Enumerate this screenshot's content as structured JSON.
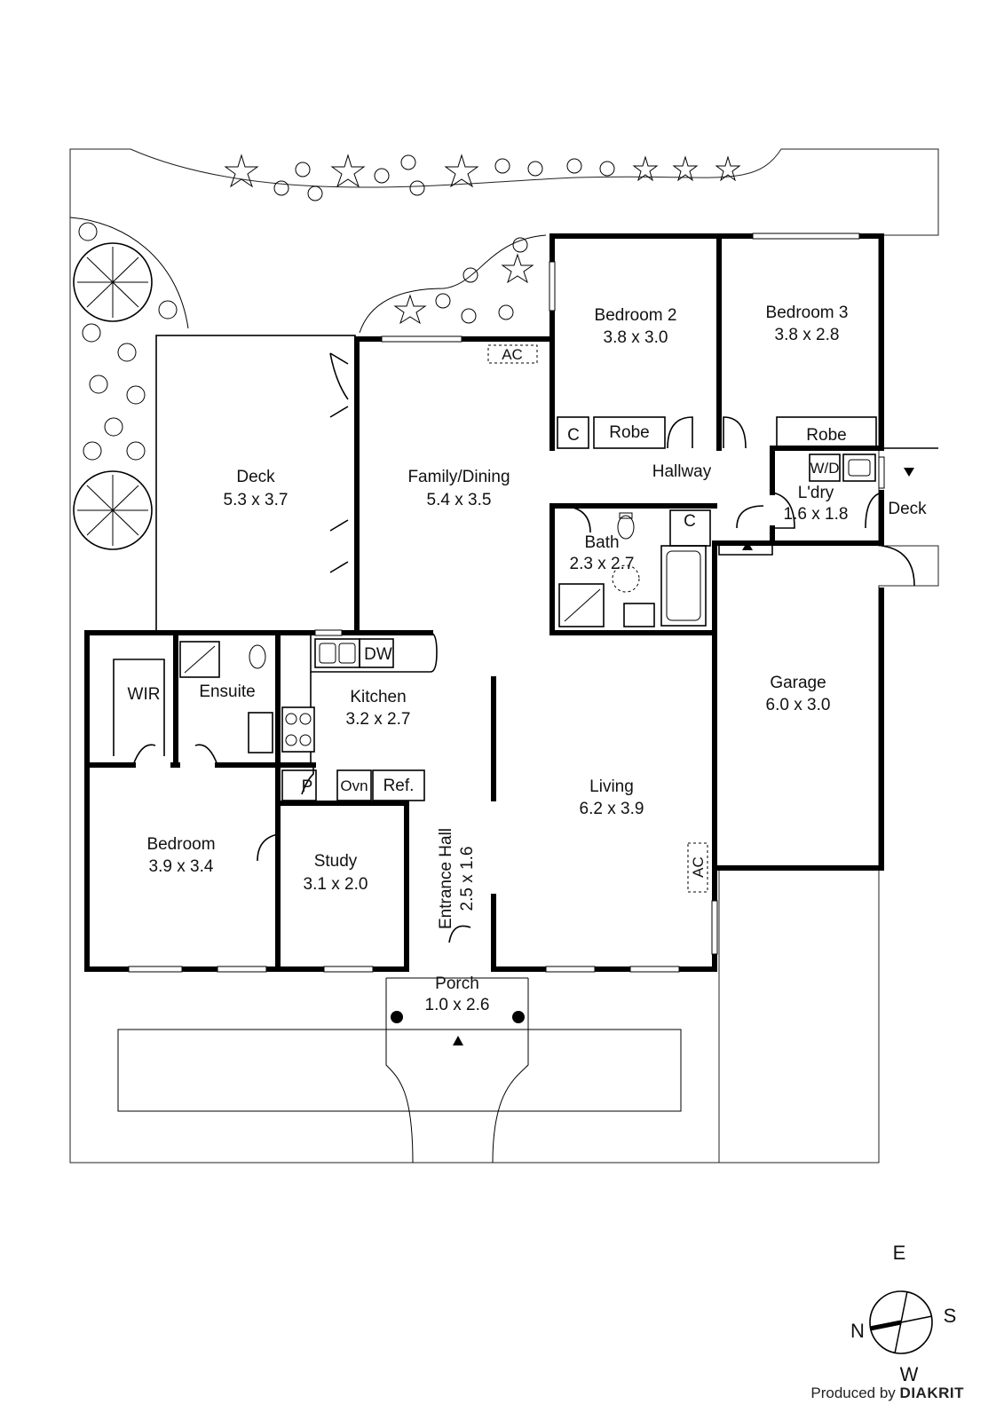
{
  "rooms": {
    "bedroom2": {
      "name": "Bedroom 2",
      "dims": "3.8 x 3.0"
    },
    "bedroom3": {
      "name": "Bedroom 3",
      "dims": "3.8 x 2.8"
    },
    "deck_west": {
      "name": "Deck",
      "dims": "5.3 x 3.7"
    },
    "family": {
      "name": "Family/Dining",
      "dims": "5.4 x 3.5"
    },
    "hallway": {
      "name": "Hallway"
    },
    "laundry": {
      "name": "L'dry",
      "dims": "1.6 x 1.8"
    },
    "deck_east": {
      "name": "Deck"
    },
    "bath": {
      "name": "Bath",
      "dims": "2.3 x 2.7"
    },
    "wir": {
      "name": "WIR"
    },
    "ensuite": {
      "name": "Ensuite"
    },
    "kitchen": {
      "name": "Kitchen",
      "dims": "3.2 x 2.7"
    },
    "garage": {
      "name": "Garage",
      "dims": "6.0 x 3.0"
    },
    "living": {
      "name": "Living",
      "dims": "6.2 x 3.9"
    },
    "bedroom": {
      "name": "Bedroom",
      "dims": "3.9 x 3.4"
    },
    "study": {
      "name": "Study",
      "dims": "3.1 x 2.0"
    },
    "entrance": {
      "name": "Entrance Hall",
      "dims": "2.5 x 1.6"
    },
    "porch": {
      "name": "Porch",
      "dims": "1.0 x 2.6"
    }
  },
  "fixtures": {
    "ac": "AC",
    "closet": "C",
    "robe": "Robe",
    "washer_dryer": "W/D",
    "dishwasher": "DW",
    "pantry": "P",
    "oven": "Ovn",
    "fridge": "Ref."
  },
  "compass": {
    "e": "E",
    "s": "S",
    "w": "W",
    "n": "N"
  },
  "credit": {
    "prefix": "Produced by",
    "brand": "DIAKRIT"
  }
}
